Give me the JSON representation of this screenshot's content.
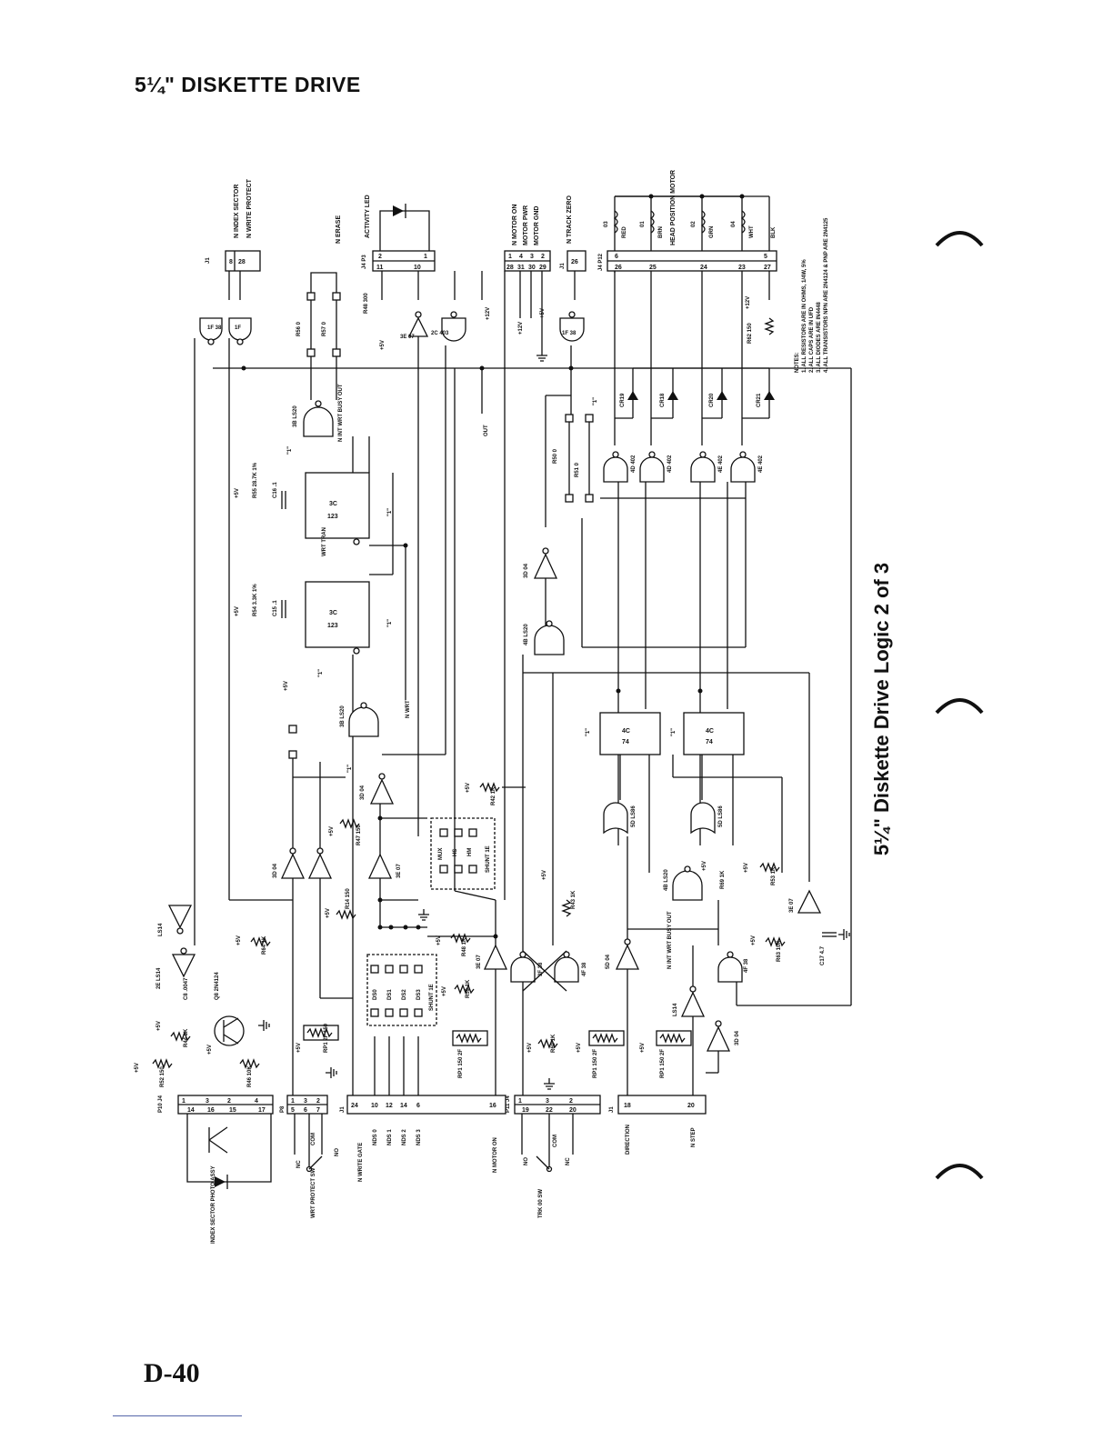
{
  "page": {
    "header": "5¼\" DISKETTE DRIVE",
    "footer": "D-40",
    "side_title": "5¼\" Diskette Drive Logic 2 of 3"
  },
  "top_labels": {
    "n_index_sector": "N INDEX SECTOR",
    "n_write_protect": "N WRITE PROTECT",
    "n_erase": "N ERASE",
    "activity_led": "ACTIVITY LED",
    "n_motor_on": "N MOTOR ON",
    "motor_pwr": "MOTOR PWR",
    "motor_gnd": "MOTOR GND",
    "n_track_zero": "N TRACK ZERO",
    "head_position_motor": "HEAD POSITION MOTOR",
    "n_int_wrt_busy_out": "N INT WRT BUSY OUT",
    "wrt_tran": "WRT TRAN",
    "n_wrt": "N WRT",
    "out": "OUT"
  },
  "connectors": {
    "j1": "J1",
    "j4_p3": "J4 P3",
    "j4_p12": "J4 P12",
    "p10_j4": "P10 J4",
    "p8": "P8",
    "p11_j4": "P11 J4"
  },
  "top_pins": {
    "j1_index": "8",
    "j1_wp": "28",
    "p3": [
      "11",
      "10",
      "1",
      "2"
    ],
    "p3_plug": [
      "2",
      "1"
    ],
    "motor_conn": [
      "28",
      "31",
      "30",
      "29",
      "1",
      "4",
      "3",
      "2"
    ],
    "j1_track": "26",
    "p12": [
      "26",
      "25",
      "24",
      "23",
      "27"
    ],
    "p12_plug": [
      "6",
      "5"
    ]
  },
  "motor_coils": [
    {
      "phase": "03",
      "color": "RED"
    },
    {
      "phase": "01",
      "color": "BRN"
    },
    {
      "phase": "02",
      "color": "GRN"
    },
    {
      "phase": "04",
      "color": "WHT"
    }
  ],
  "motor_common": "BLK",
  "diodes": [
    "CR19",
    "CR18",
    "CR20",
    "CR21"
  ],
  "resistors": {
    "r48": "R48 300",
    "r56": "R56 0",
    "r57": "R57 0",
    "r55": "R55 28.7K 1%",
    "r54": "R54 3.3K 1%",
    "r50": "R50 0",
    "r51": "R51 0",
    "r62": "R62 150",
    "r47": "R47 150",
    "r14": "R14 150",
    "r42": "R42 1K",
    "r43": "R43 1K",
    "r48b": "R48 1K",
    "r59": "R59 1K",
    "r60": "R60 1K",
    "r53": "R53 1K",
    "r69": "R69 1K",
    "r63": "R63 10K",
    "r64": "R64 1K",
    "r44": "R44 3K",
    "r52": "R52 150",
    "r46": "R46 10K",
    "rp1a": "RP1 2F 150",
    "rp1b": "RP1 150 2F",
    "rp1c": "RP1 150 2F",
    "rp1d": "RP1 150 2F"
  },
  "capacitors": {
    "c16": "C16 .1",
    "c15": "C15 .1",
    "c8": "C8 .0047",
    "c17": "C17 4.7"
  },
  "transistor": "Q8 2N4124",
  "oneshots": [
    {
      "loc": "3C",
      "part": "123"
    },
    {
      "loc": "3C",
      "part": "123"
    }
  ],
  "flipflops": [
    {
      "loc": "4C",
      "part": "74"
    },
    {
      "loc": "4C",
      "part": "74"
    }
  ],
  "gates": {
    "g1f_a": "1F 38",
    "g1f_b": "1F",
    "g3e_top": "3E 07",
    "g2c": "2C 403",
    "g1f_c": "1F 38",
    "g3b_top": "3B LS20",
    "g3b_bot": "3B LS20",
    "g4b_top": "4B LS20",
    "g4b_bot": "4B LS20",
    "g4d_1": "4D 402",
    "g4d_2": "4D 402",
    "g4e_1": "4E 402",
    "g4e_2": "4E 402",
    "g3d_inv": "3D 04",
    "g3d_2": "3D 04",
    "g3d_3": "3D 04",
    "g3e_mid": "3E 07",
    "g5d_a": "5D LS86",
    "g5d_b": "5D LS86",
    "g3e_b": "3E 07",
    "g3e_c": "3E 07",
    "g3f": "3F 38",
    "g4f": "4F 38",
    "g4f_b": "4F 38",
    "g5d_inv": "5D 04",
    "g2e_a": "2E LS14",
    "g2e_b": "2E LS14",
    "g3d_4": "3D 04",
    "ls14": "LS14"
  },
  "shunts": {
    "shunt_mid": "SHUNT 1E",
    "shunt_mid_pins": [
      "MUX",
      "HS",
      "HM"
    ],
    "shunt_bot": "SHUNT 1E",
    "shunt_bot_pins": [
      "DS0",
      "DS1",
      "DS2",
      "DS3"
    ]
  },
  "bottom_labels": {
    "index_sector_photo_assy": "INDEX SECTOR PHOTO ASSY",
    "wrt_protect_sw": "WRT PROTECT SW",
    "nc": "NC",
    "com": "COM",
    "no": "NO",
    "n_write_gate": "N WRITE GATE",
    "nds0": "NDS 0",
    "nds1": "NDS 1",
    "nds2": "NDS 2",
    "nds3": "NDS 3",
    "n_motor_on": "N MOTOR ON",
    "trk00_sw": "TRK 00 SW",
    "direction": "DIRECTION",
    "n_step": "N STEP"
  },
  "bottom_pins": {
    "j4_left": [
      "1",
      "3",
      "2",
      "4"
    ],
    "j4_right": [
      "14",
      "16",
      "15",
      "17"
    ],
    "p8_left": [
      "1",
      "3",
      "2"
    ],
    "p8_right": [
      "5",
      "6",
      "7"
    ],
    "j1_bottom": [
      "24",
      "10",
      "12",
      "14",
      "6",
      "16"
    ],
    "p11_left": [
      "1",
      "3",
      "2"
    ],
    "p11_right": [
      "19",
      "22",
      "20"
    ],
    "j1_dir": [
      "18",
      "20"
    ]
  },
  "supplies": {
    "p5v": "+5V",
    "p12v": "+12V"
  },
  "notes": {
    "title": "NOTES:",
    "items": [
      "1. ALL RESISTORS ARE IN OHMS, 1/4W, 5%",
      "2. ALL CAPS ARE IN UFD",
      "3. ALL DIODES ARE IN4448",
      "4. ALL TRANSISTORS NPN ARE 2N4124 & PNP ARE 2N4125"
    ]
  },
  "logic_one": "\"1\""
}
